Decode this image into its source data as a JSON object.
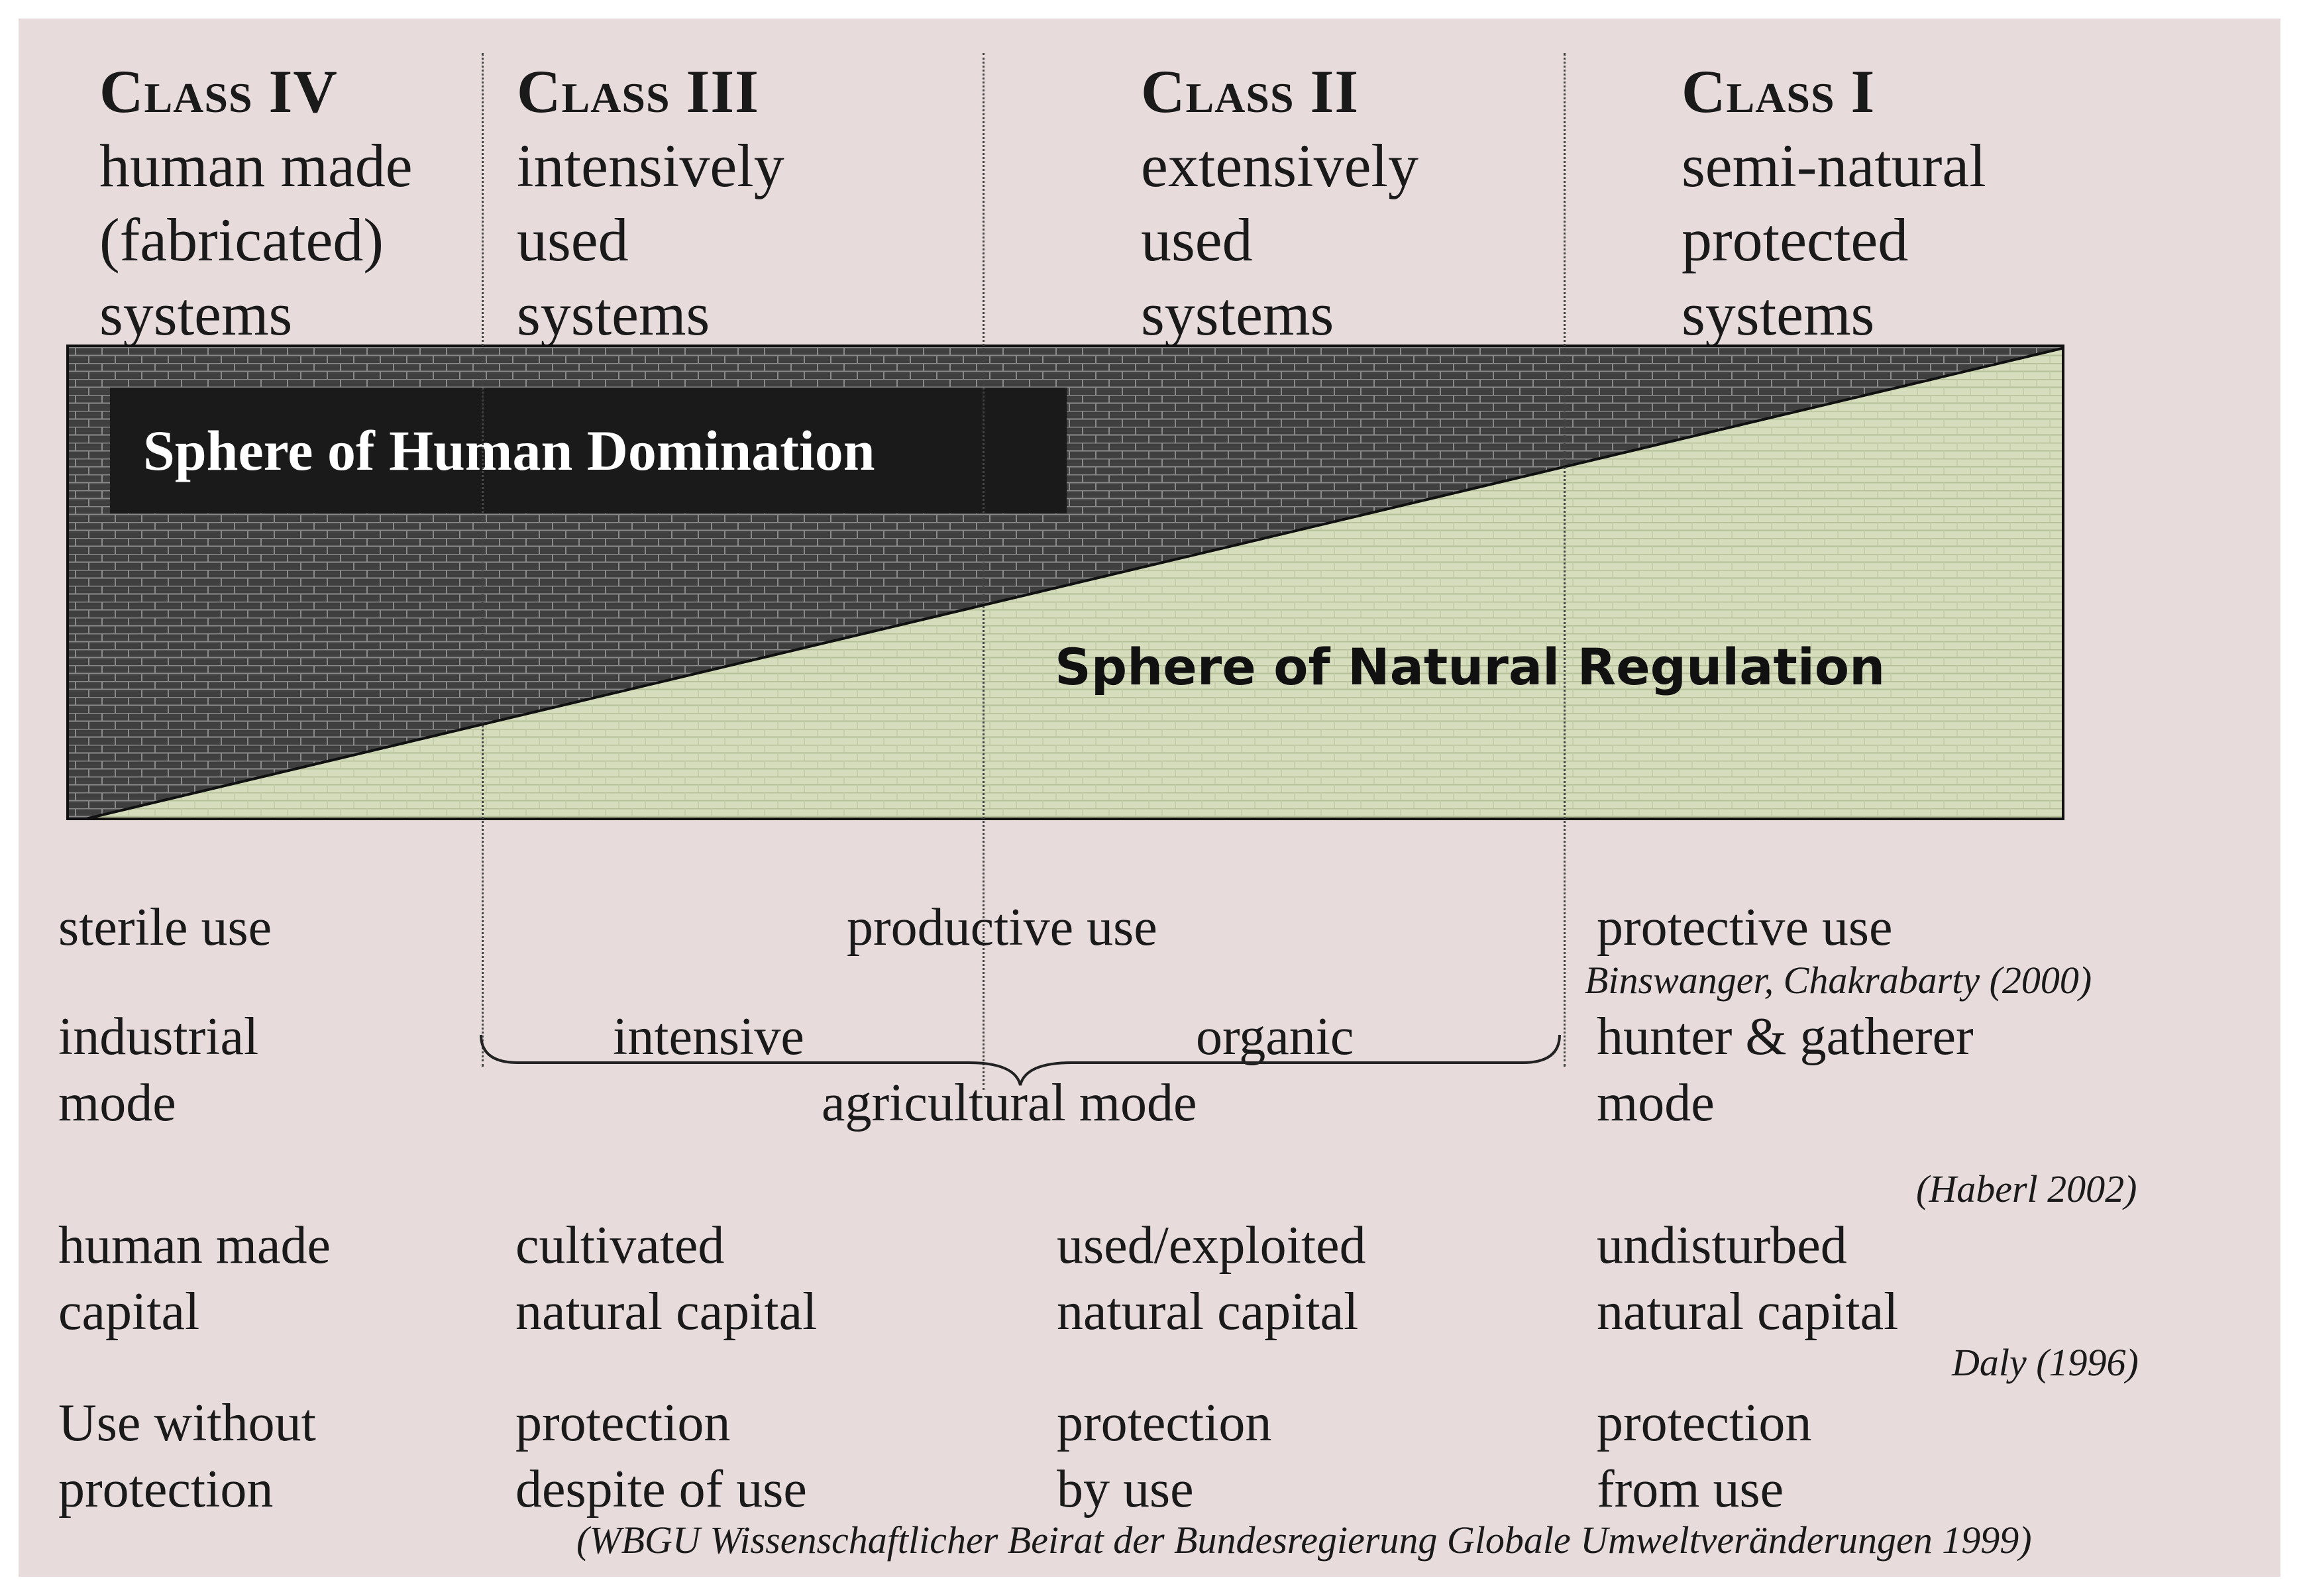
{
  "classes": [
    {
      "title": "Class IV",
      "lines": [
        "human made",
        "(fabricated)",
        "systems"
      ]
    },
    {
      "title": "Class III",
      "lines": [
        "intensively",
        "used",
        "systems"
      ]
    },
    {
      "title": "Class II",
      "lines": [
        "extensively",
        "used",
        "systems"
      ]
    },
    {
      "title": "Class I",
      "lines": [
        "semi-natural",
        "protected",
        "systems"
      ]
    }
  ],
  "spheres": {
    "human": "Sphere of Human Domination",
    "natural": "Sphere of Natural Regulation"
  },
  "use_row": {
    "sterile": "sterile use",
    "productive": "productive use",
    "protective": "protective use",
    "citation": "Binswanger, Chakrabarty (2000)"
  },
  "mode_row": {
    "industrial": [
      "industrial",
      "mode"
    ],
    "intensive": "intensive",
    "organic": "organic",
    "agricultural": "agricultural mode",
    "hunter": [
      "hunter & gatherer",
      "mode"
    ],
    "citation": "(Haberl 2002)"
  },
  "capital_row": {
    "human": [
      "human made",
      "capital"
    ],
    "cultivated": [
      "cultivated",
      "natural capital"
    ],
    "exploited": [
      "used/exploited",
      "natural capital"
    ],
    "undisturbed": [
      "undisturbed",
      "natural capital"
    ],
    "citation": "Daly (1996)"
  },
  "protection_row": {
    "without": [
      "Use without",
      "protection"
    ],
    "despite": [
      "protection",
      "despite of use"
    ],
    "by": [
      "protection",
      "by use"
    ],
    "from": [
      "protection",
      "from use"
    ],
    "citation": "(WBGU Wissenschaftlicher Beirat der Bundesregierung Globale Umweltveränderungen 1999)"
  },
  "colors": {
    "background": "#e7dbdb",
    "human_sphere": "#3f3f3f",
    "natural_sphere": "#d5ddbd",
    "label_box": "#1a1a1a"
  }
}
